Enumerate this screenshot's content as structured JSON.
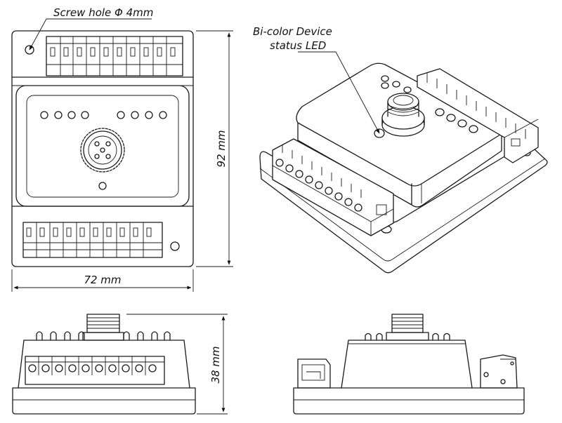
{
  "annotations": {
    "screw_hole": "Screw hole Φ 4mm",
    "led_line1": "Bi-color Device",
    "led_line2": "status LED"
  },
  "dimensions": {
    "width": "72 mm",
    "height": "92 mm",
    "depth": "38 mm"
  },
  "views": {
    "front": "front view",
    "iso": "isometric view",
    "bottom_front": "bottom front view",
    "side": "side view"
  }
}
